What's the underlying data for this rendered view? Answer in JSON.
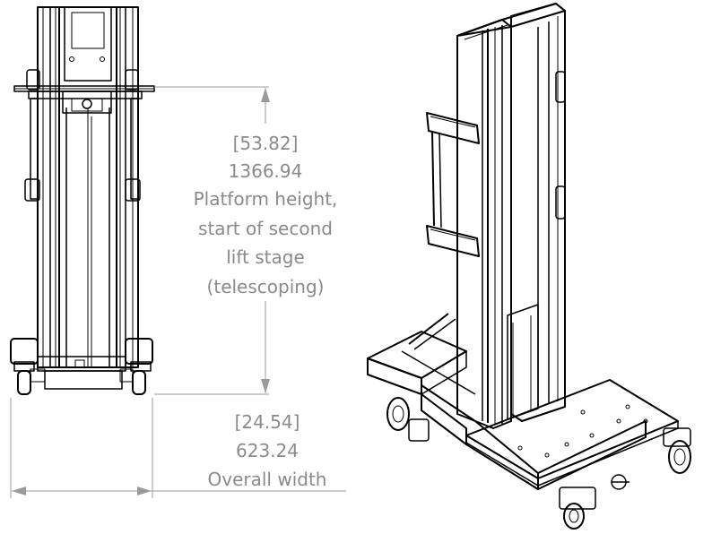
{
  "height_dimension": {
    "inch": "[53.82]",
    "mm": "1366.94",
    "label_lines": [
      "Platform height,",
      "start of second",
      "lift stage",
      "(telescoping)"
    ]
  },
  "width_dimension": {
    "inch": "[24.54]",
    "mm": "623.24",
    "label": "Overall width"
  }
}
